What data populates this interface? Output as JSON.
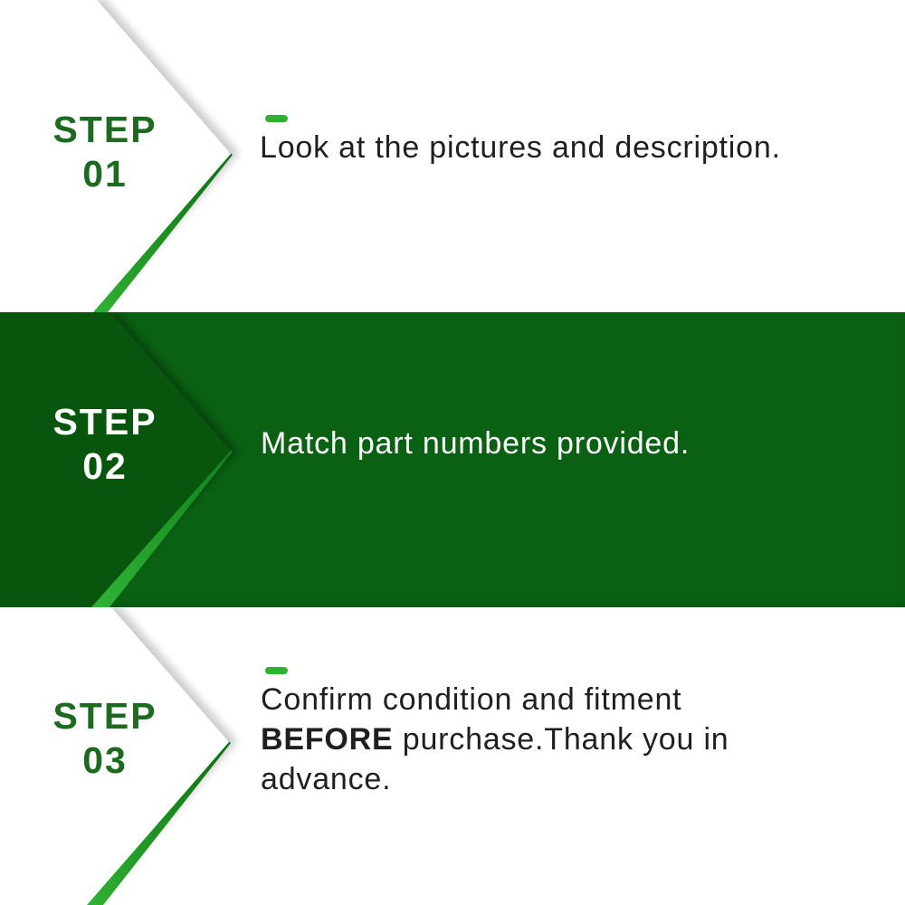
{
  "steps": [
    {
      "step_word": "STEP",
      "step_number": "01",
      "description": "Look at the pictures and description.",
      "has_dash": true
    },
    {
      "step_word": "STEP",
      "step_number": "02",
      "description": "Match part numbers provided.",
      "has_dash": false
    },
    {
      "step_word": "STEP",
      "step_number": "03",
      "description_prefix": "Confirm condition and fitment ",
      "description_bold": "BEFORE",
      "description_suffix": " purchase.Thank you in advance.",
      "has_dash": true
    }
  ],
  "colors": {
    "accent_green": "#2db32f",
    "line_gradient_start": "#0d6e11",
    "line_gradient_end": "#2fb233",
    "step_text_green": "#1d6b21",
    "band_background_green": "#0a6113",
    "band_chevron_green": "#08560e",
    "body_text": "#1f1f1f",
    "white_text": "#ffffff"
  }
}
